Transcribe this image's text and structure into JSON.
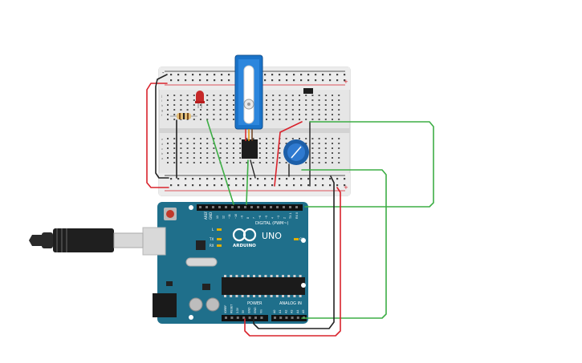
{
  "arduino": {
    "brand": "ARDUINO",
    "model": "UNO",
    "digital_label": "DIGITAL (PWM~)",
    "power_label": "POWER",
    "analog_label": "ANALOG IN",
    "on_label": "ON",
    "tx_label": "TX",
    "rx_label": "RX",
    "l_label": "L",
    "aref_label": "AREF",
    "gnd_label": "GND",
    "digital_pins": [
      "13",
      "12",
      "~11",
      "~10",
      "~9",
      "8",
      "7",
      "~6",
      "~5",
      "4",
      "~3",
      "2",
      "TX 1",
      "RX 0"
    ],
    "power_pins": [
      "IOREF",
      "RESET",
      "3.3V",
      "5V",
      "GND",
      "GND",
      "Vin"
    ],
    "analog_pins": [
      "A0",
      "A1",
      "A2",
      "A3",
      "A4",
      "A5"
    ]
  },
  "breadboard": {
    "rail_plus": "+",
    "rail_minus": "-",
    "row_letters_top": [
      "j",
      "i",
      "h",
      "g",
      "f"
    ],
    "row_letters_bottom": [
      "e",
      "d",
      "c",
      "b",
      "a"
    ]
  },
  "colors": {
    "board_teal": "#1f6f8b",
    "breadboard": "#e5e5e5",
    "wire_red": "#d9232c",
    "wire_black": "#222222",
    "wire_green": "#3dae45",
    "servo_blue": "#1a73c9",
    "pot_blue": "#1d5fa8",
    "led_red": "#c62828"
  },
  "icons": {
    "usb": "usb-cable-icon",
    "arduino_logo": "infinity-logo-icon"
  }
}
